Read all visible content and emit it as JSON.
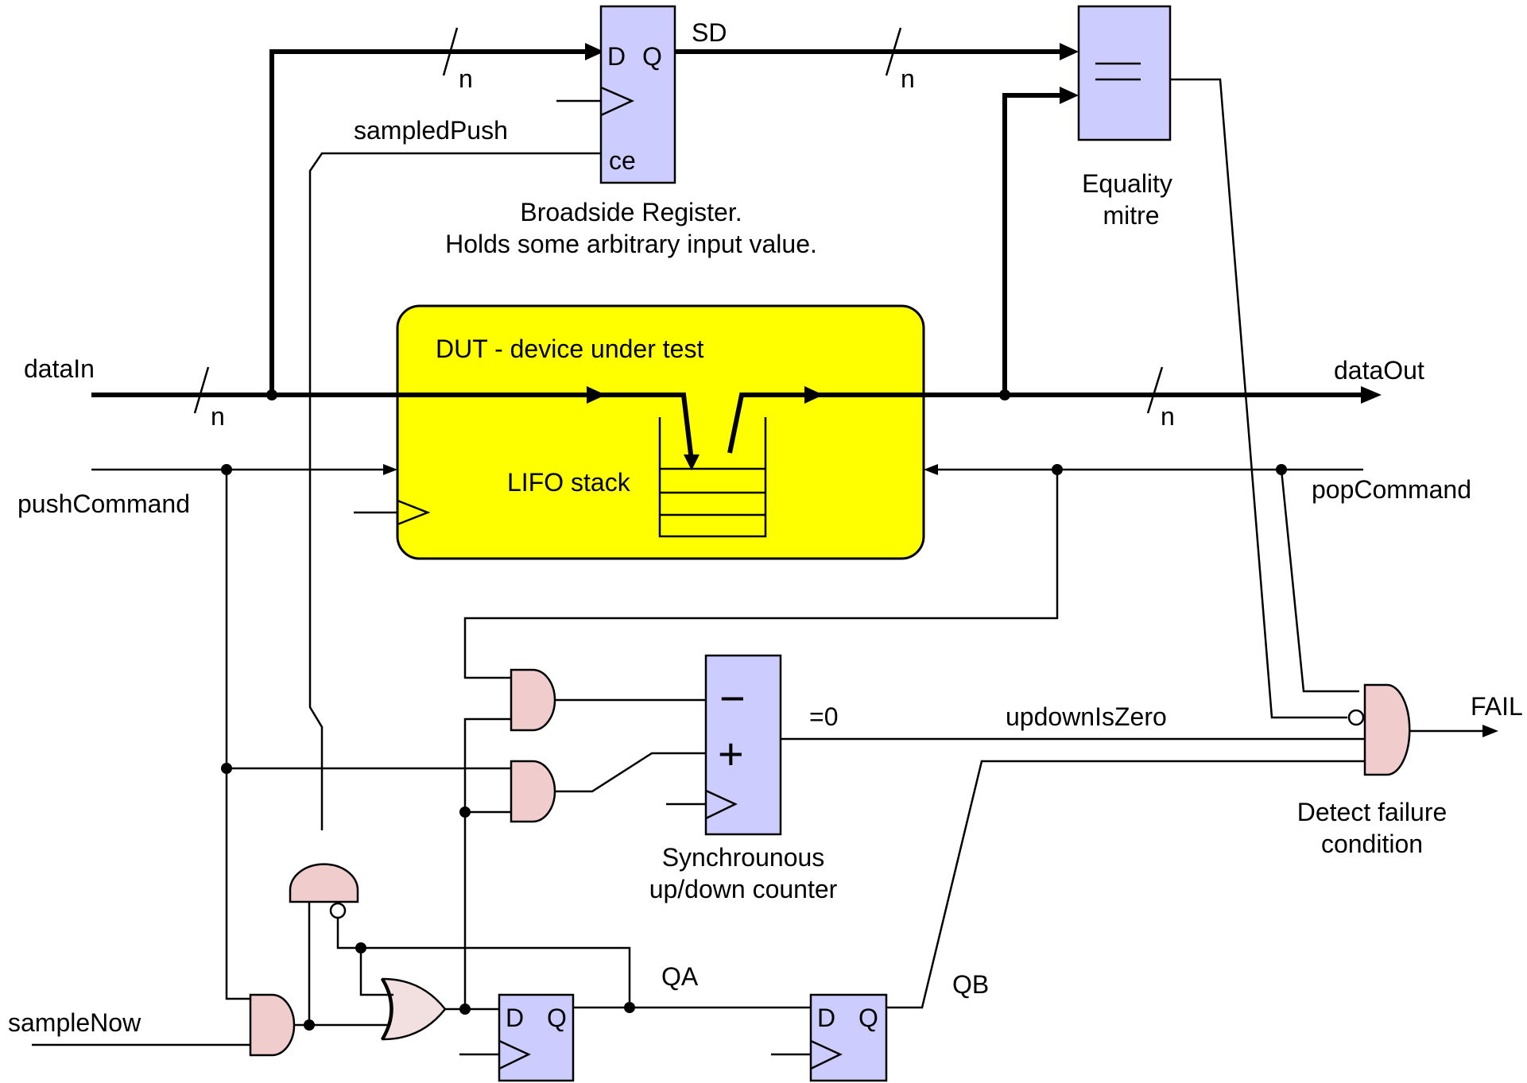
{
  "signals": {
    "data_in": "dataIn",
    "data_out": "dataOut",
    "push_command": "pushCommand",
    "pop_command": "popCommand",
    "sample_now": "sampleNow",
    "sampled_push": "sampledPush",
    "sd": "SD",
    "qa": "QA",
    "qb": "QB",
    "fail": "FAIL",
    "updown_is_zero": "updownIsZero",
    "eq_zero": "=0"
  },
  "bus_width": "n",
  "blocks": {
    "broadside_register": {
      "d": "D",
      "q": "Q",
      "ce": "ce",
      "caption_1": "Broadside Register.",
      "caption_2": "Holds some arbitrary input value."
    },
    "equality_mitre": {
      "symbol": "=",
      "caption_1": "Equality",
      "caption_2": "mitre"
    },
    "dut": {
      "title": "DUT - device under test",
      "stack_label": "LIFO stack"
    },
    "counter": {
      "minus": "−",
      "plus": "+",
      "caption_1": "Synchrounous",
      "caption_2": "up/down counter"
    },
    "fail_gate": {
      "caption_1": "Detect failure",
      "caption_2": "condition"
    },
    "ff_a": {
      "d": "D",
      "q": "Q"
    },
    "ff_b": {
      "d": "D",
      "q": "Q"
    }
  },
  "colors": {
    "register_fill": "#ccccff",
    "gate_fill": "#f0cccc",
    "dut_fill": "#ffff00",
    "wire": "#000000"
  }
}
